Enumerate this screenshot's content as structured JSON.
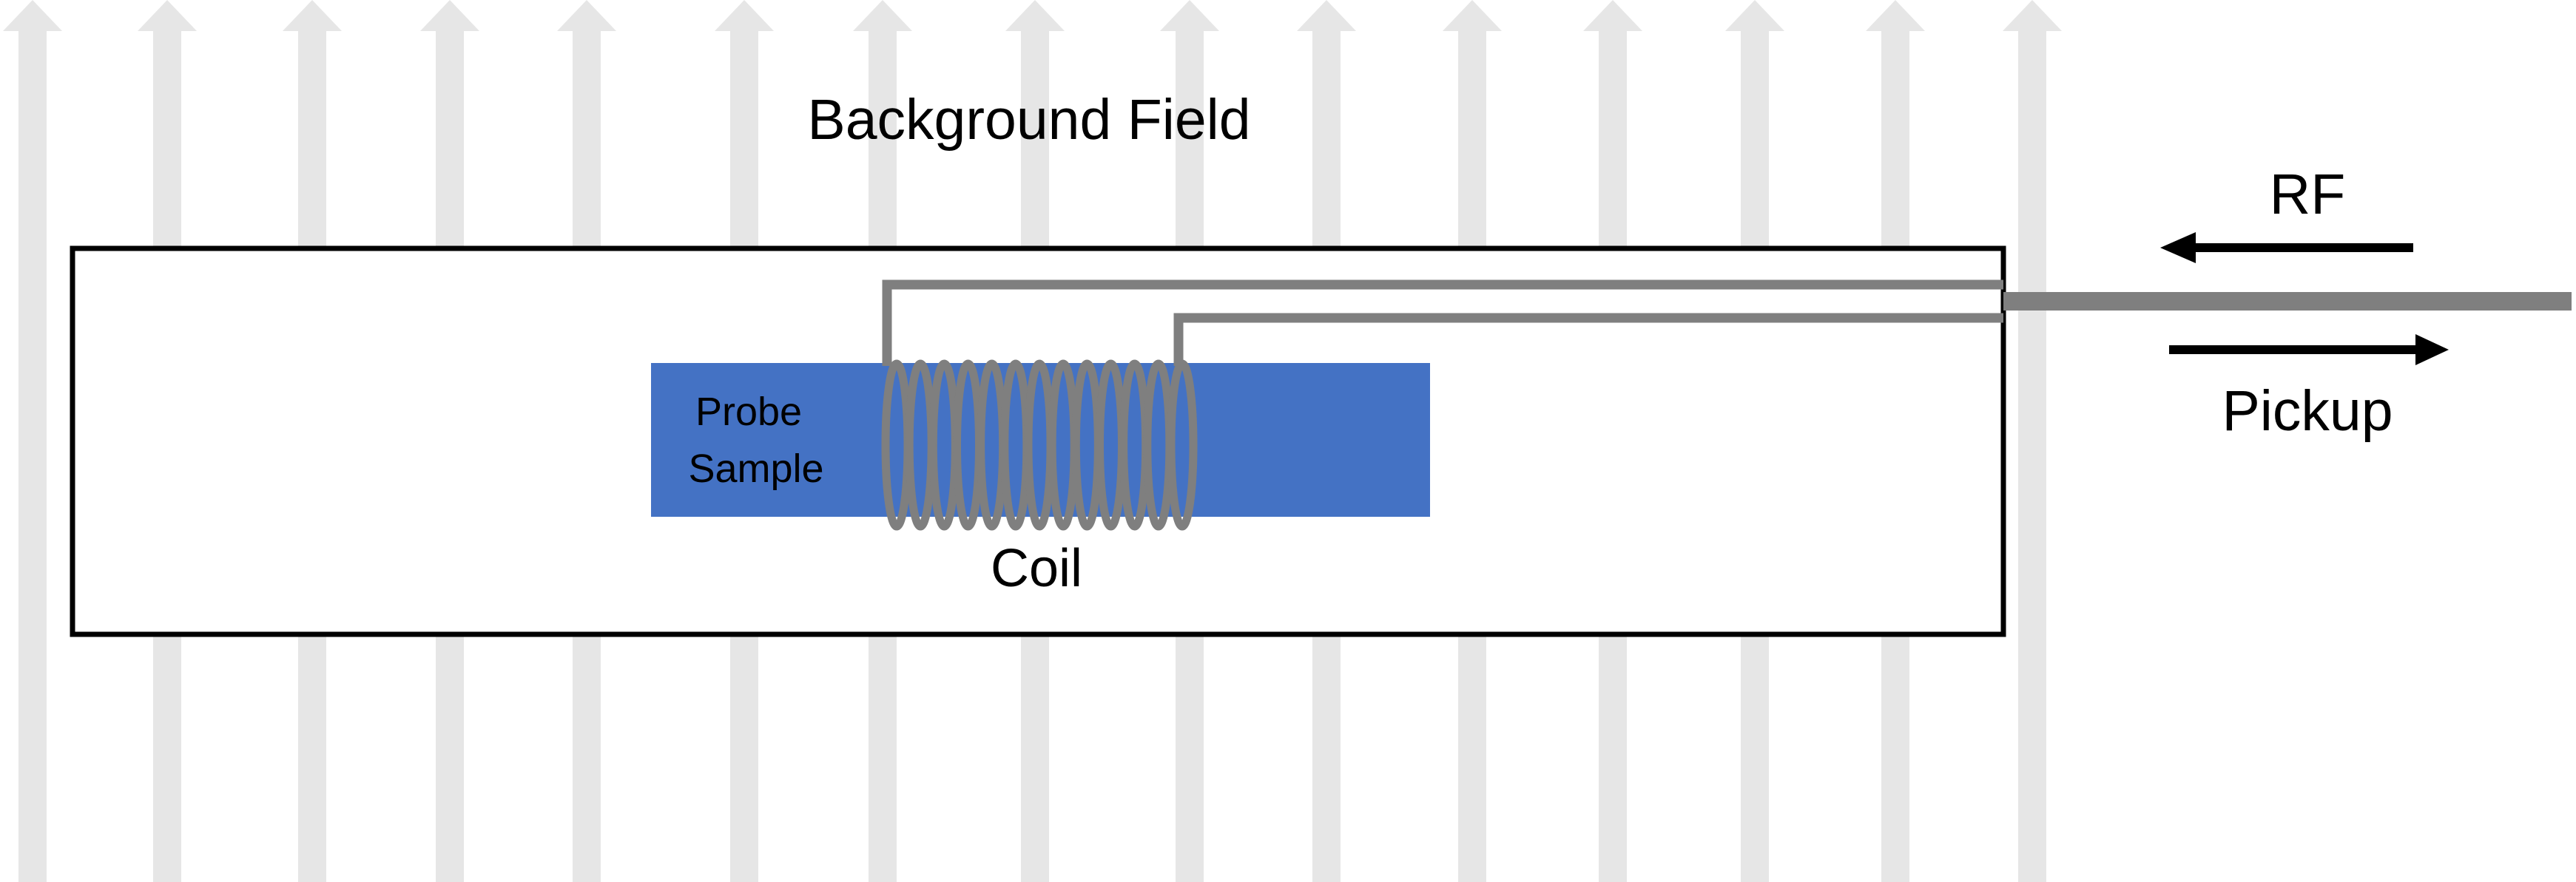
{
  "labels": {
    "background_field": "Background Field",
    "rf": "RF",
    "pickup": "Pickup",
    "probe_sample_line1": "Probe",
    "probe_sample_line2": "Sample",
    "coil": "Coil"
  },
  "colors": {
    "field_arrow": "#e6e6e6",
    "enclosure": "#000000",
    "probe_sample": "#4472c4",
    "coil_wire": "#7f7f7f",
    "signal_arrow": "#000000"
  },
  "icons": {
    "field_arrow": "up-arrow",
    "rf_arrow": "left-arrow",
    "pickup_arrow": "right-arrow"
  }
}
